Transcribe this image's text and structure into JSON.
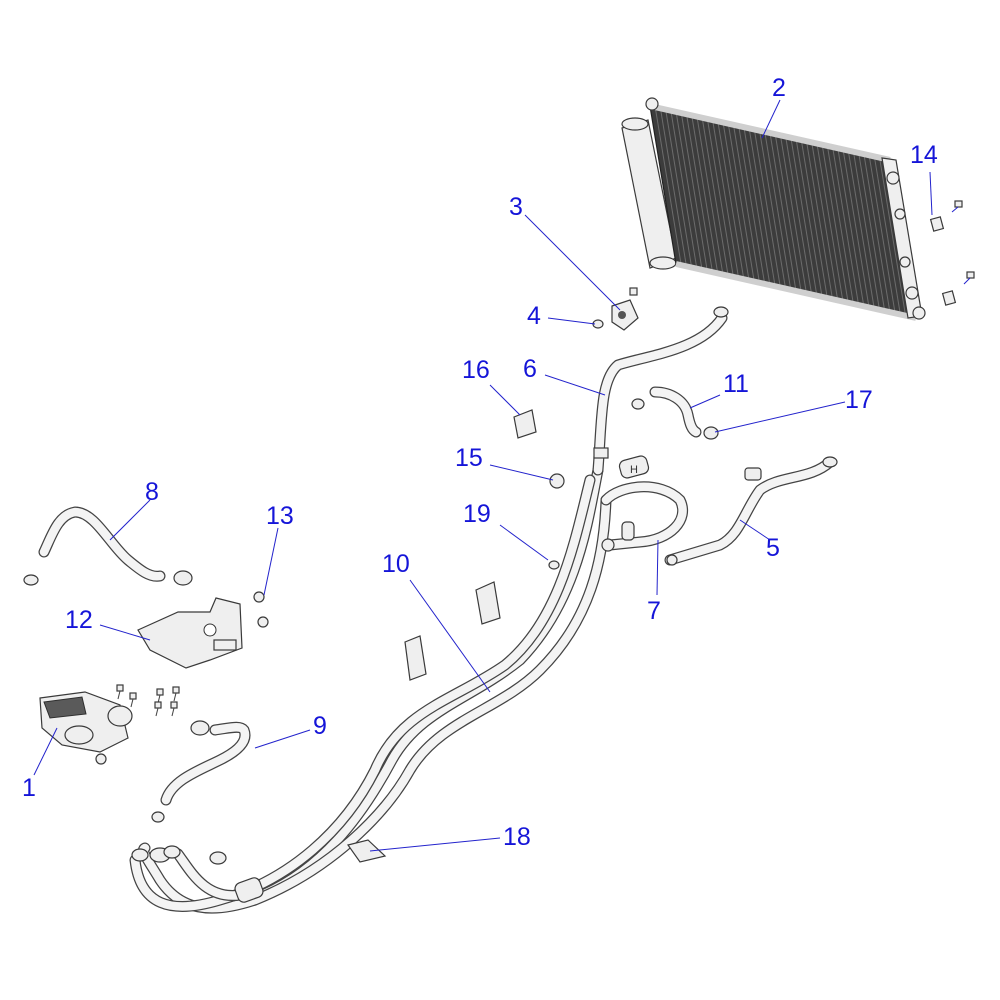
{
  "diagram": {
    "colors": {
      "callout": "#1515d8",
      "leader": "#2323cc",
      "line_art": "#3a3a3a",
      "part_fill": "#efefef"
    },
    "callouts": [
      {
        "key": "1",
        "text": "1"
      },
      {
        "key": "2",
        "text": "2"
      },
      {
        "key": "3",
        "text": "3"
      },
      {
        "key": "4",
        "text": "4"
      },
      {
        "key": "5",
        "text": "5"
      },
      {
        "key": "6",
        "text": "6"
      },
      {
        "key": "7",
        "text": "7"
      },
      {
        "key": "8",
        "text": "8"
      },
      {
        "key": "9",
        "text": "9"
      },
      {
        "key": "10",
        "text": "10"
      },
      {
        "key": "11",
        "text": "11"
      },
      {
        "key": "12",
        "text": "12"
      },
      {
        "key": "13",
        "text": "13"
      },
      {
        "key": "14",
        "text": "14"
      },
      {
        "key": "15",
        "text": "15"
      },
      {
        "key": "16",
        "text": "16"
      },
      {
        "key": "17",
        "text": "17"
      },
      {
        "key": "18",
        "text": "18"
      },
      {
        "key": "19",
        "text": "19"
      }
    ],
    "embossed_letter": "H"
  }
}
